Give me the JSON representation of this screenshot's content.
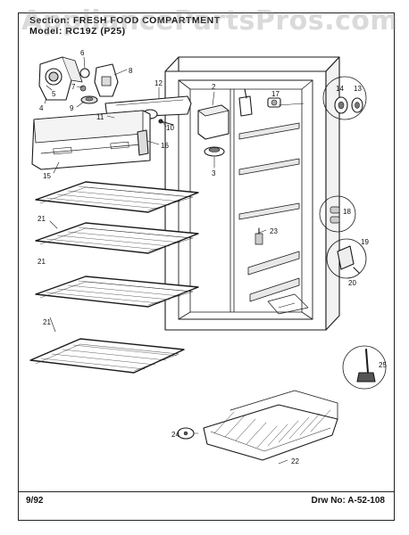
{
  "header": {
    "section_label": "Section:",
    "section_value": "FRESH FOOD COMPARTMENT",
    "model_label": "Model:",
    "model_value": "RC19Z (P25)"
  },
  "watermark": "AppliancePartsPros.com",
  "footer": {
    "date": "9/92",
    "drawing_label": "Drw No:",
    "drawing_number": "A-52-108"
  },
  "callouts": [
    "2",
    "3",
    "4",
    "5",
    "6",
    "7",
    "8",
    "9",
    "10",
    "11",
    "12",
    "13",
    "14",
    "15",
    "16",
    "17",
    "18",
    "19",
    "20",
    "21",
    "21",
    "21",
    "22",
    "23",
    "24",
    "25"
  ]
}
